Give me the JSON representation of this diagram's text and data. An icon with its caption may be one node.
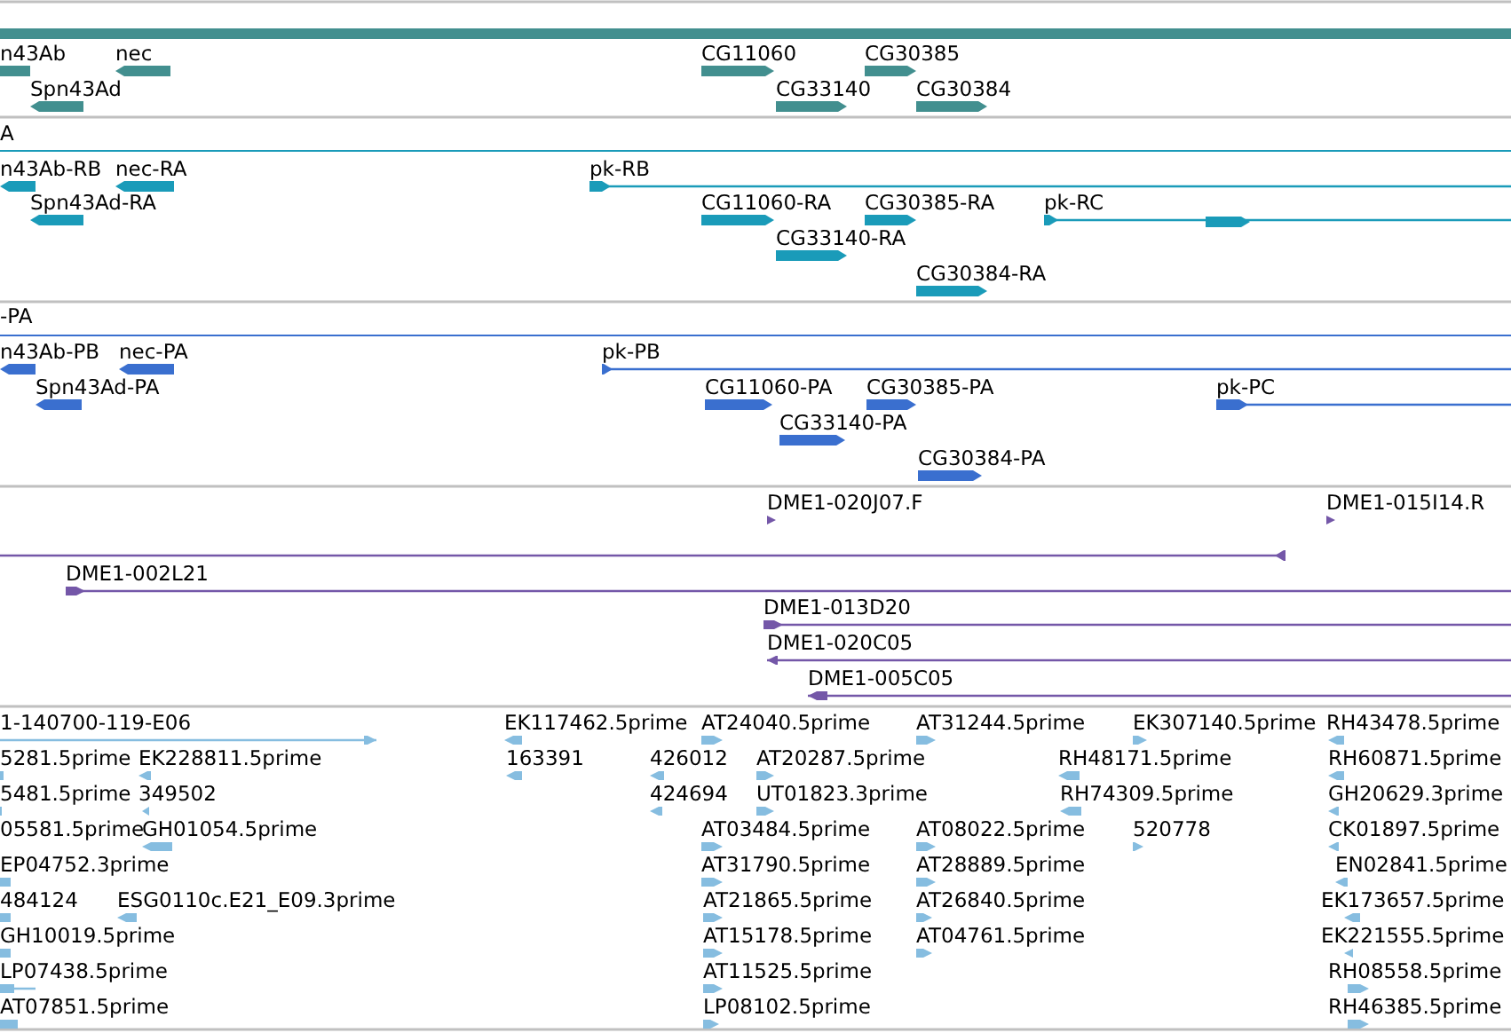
{
  "diagram": {
    "labels": [
      "n43Ab",
      "nec",
      "CG11060",
      "CG30385",
      "Spn43Ad",
      "CG33140",
      "CG30384",
      "A",
      "n43Ab-RB",
      "nec-RA",
      "pk-RB",
      "Spn43Ad-RA",
      "CG11060-RA",
      "CG30385-RA",
      "pk-RC",
      "CG33140-RA",
      "CG30384-RA",
      "-PA",
      "n43Ab-PB",
      "nec-PA",
      "pk-PB",
      "Spn43Ad-PA",
      "CG11060-PA",
      "CG30385-PA",
      "pk-PC",
      "CG33140-PA",
      "CG30384-PA",
      "DME1-020J07.F",
      "DME1-015I14.R",
      "DME1-002L21",
      "DME1-013D20",
      "DME1-020C05",
      "DME1-005C05",
      "1-140700-119-E06",
      "EK117462.5prime",
      "AT24040.5prime",
      "AT31244.5prime",
      "EK307140.5prime",
      "RH43478.5prime",
      "5281.5prime",
      "EK228811.5prime",
      "163391",
      "426012",
      "AT20287.5prime",
      "RH48171.5prime",
      "RH60871.5prime",
      "5481.5prime",
      "349502",
      "424694",
      "UT01823.3prime",
      "RH74309.5prime",
      "GH20629.3prime",
      "05581.5prime",
      "GH01054.5prime",
      "AT03484.5prime",
      "AT08022.5prime",
      "520778",
      "CK01897.5prime",
      "EP04752.3prime",
      "AT31790.5prime",
      "AT28889.5prime",
      "EN02841.5prime",
      "484124",
      "ESG0110c.E21_E09.3prime",
      "AT21865.5prime",
      "AT26840.5prime",
      "EK173657.5prime",
      "GH10019.5prime",
      "AT15178.5prime",
      "AT04761.5prime",
      "EK221555.5prime",
      "LP07438.5prime",
      "AT11525.5prime",
      "RH08558.5prime",
      "AT07851.5prime",
      "LP08102.5prime",
      "RH46385.5prime"
    ]
  }
}
